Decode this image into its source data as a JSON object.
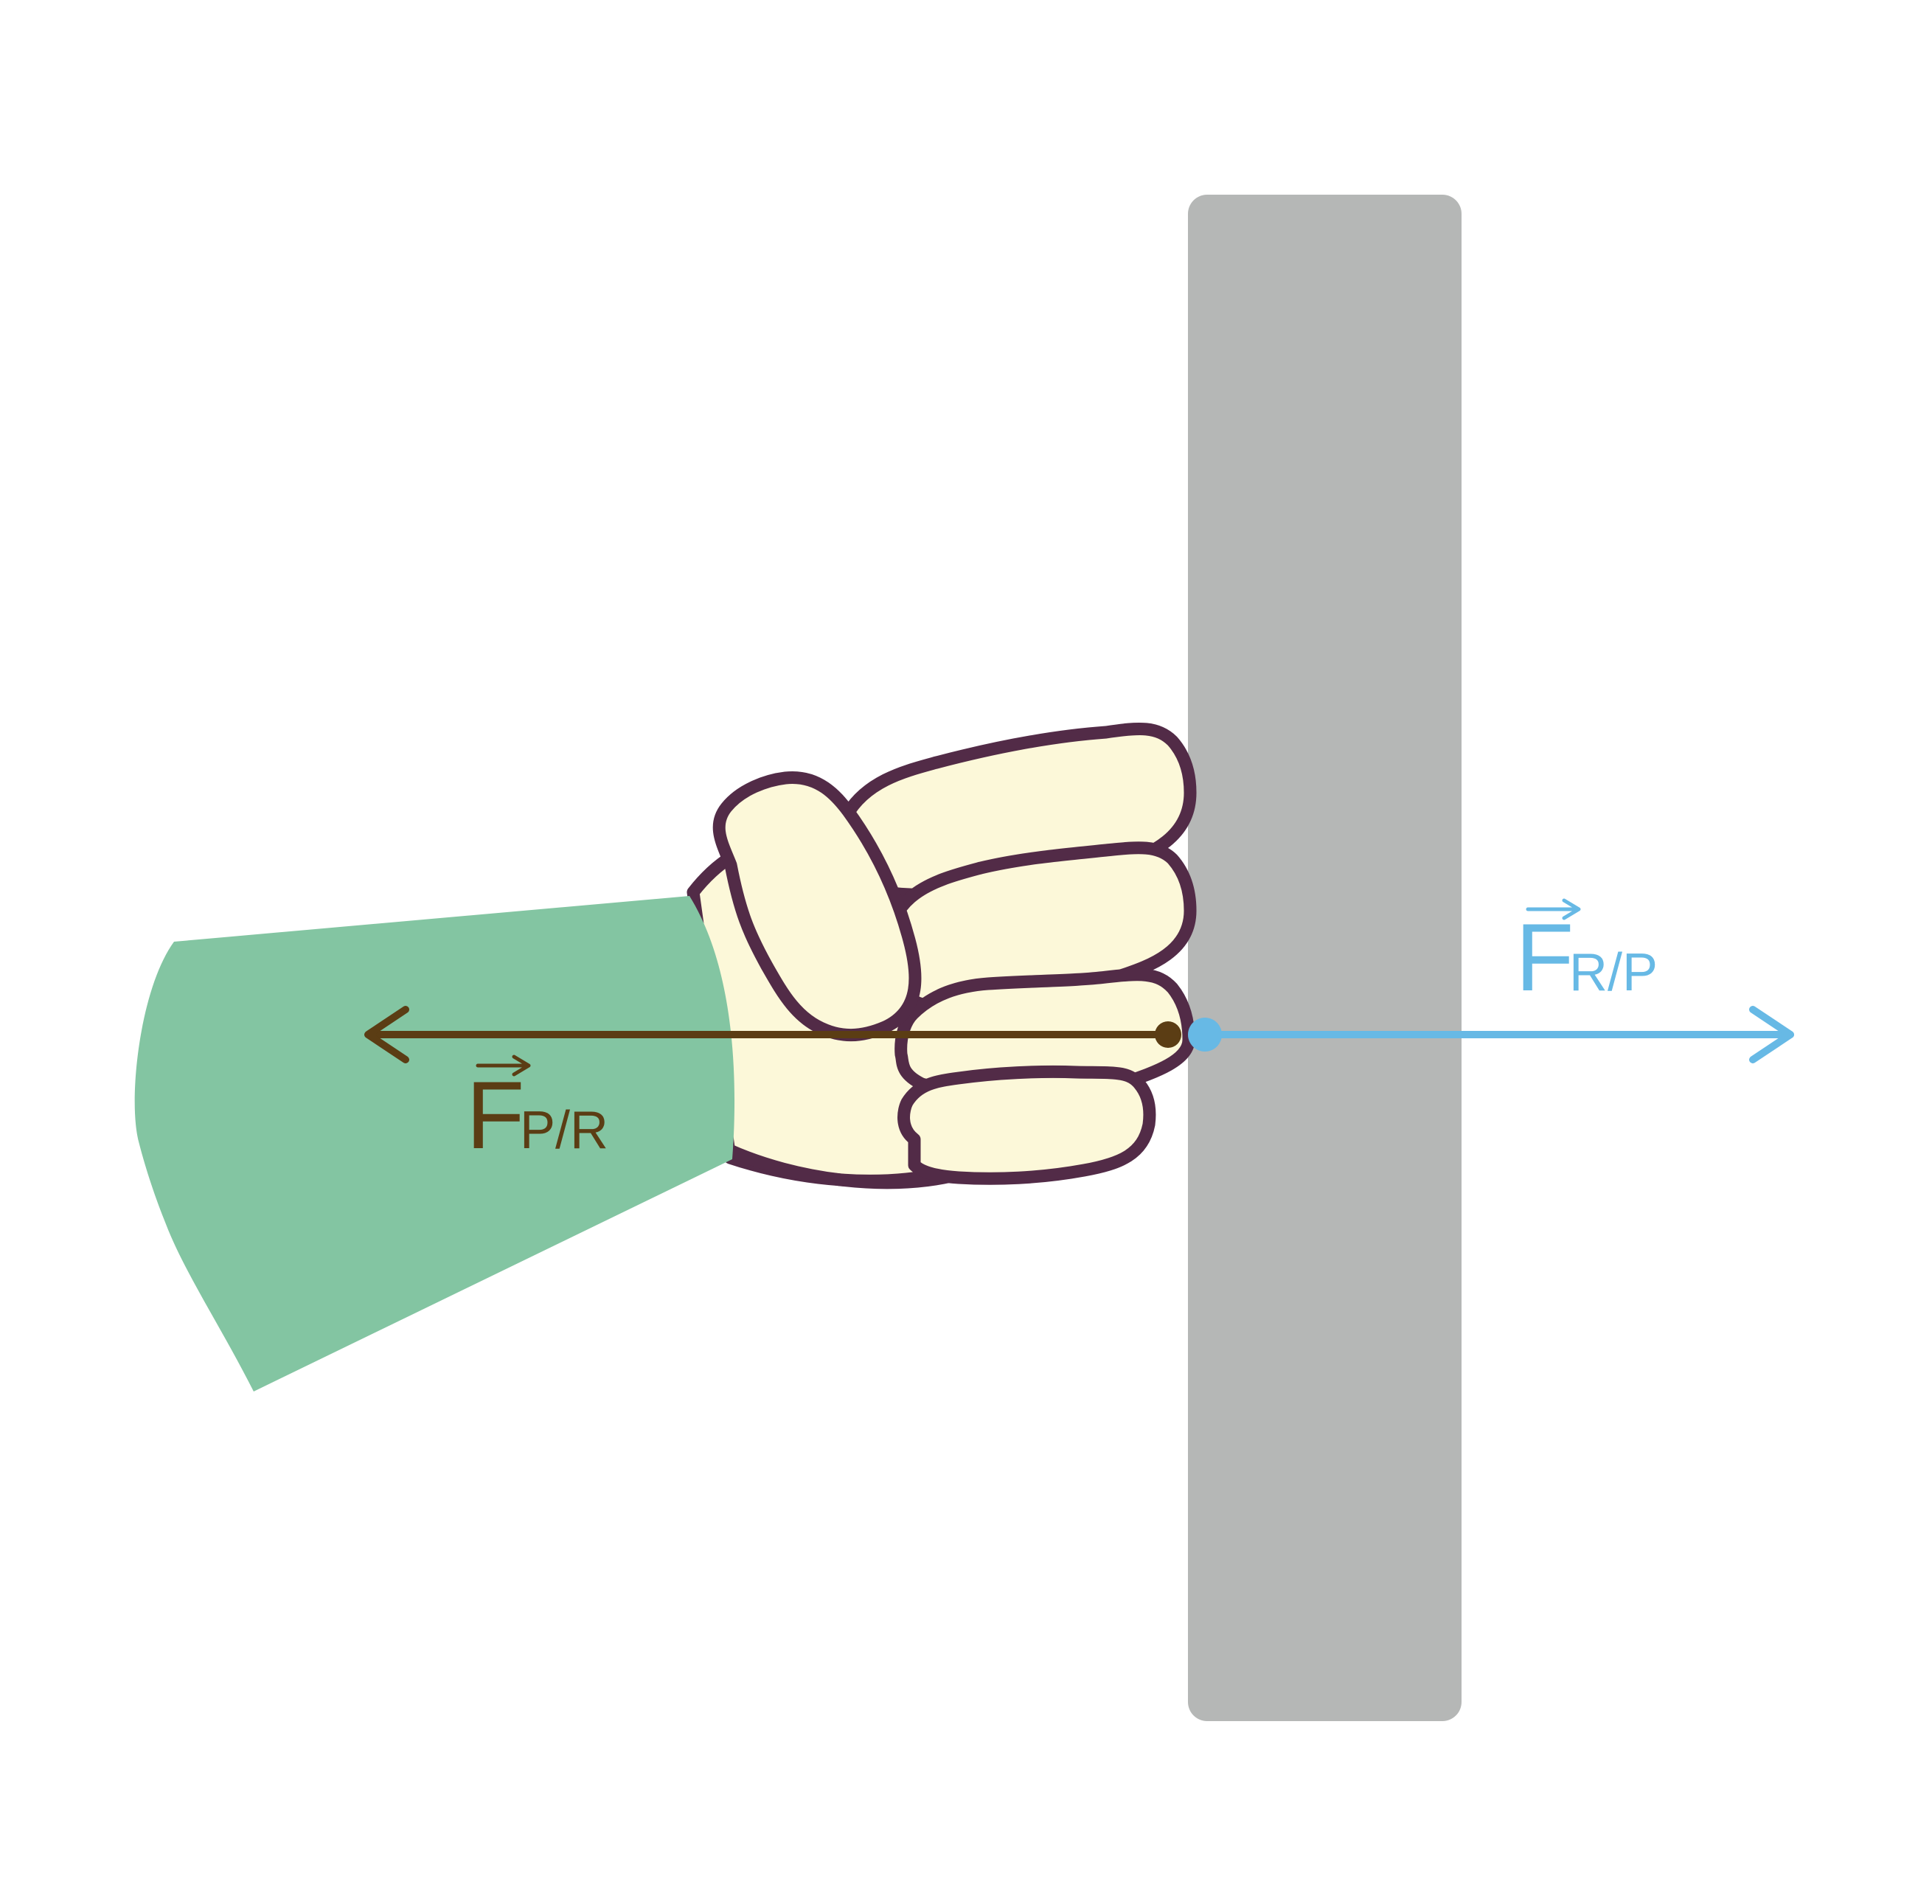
{
  "colors": {
    "background": "#ffffff",
    "wall": "#b5b7b6",
    "sleeve": "#83c5a2",
    "skin": "#fcf8d9",
    "outline": "#522b47",
    "force_on_wall": "#5b3d14",
    "force_on_fist": "#67b9e5"
  },
  "labels": {
    "force_on_wall": {
      "main": "F",
      "subscript": "P/R"
    },
    "force_on_fist": {
      "main": "F",
      "subscript": "R/P"
    }
  },
  "icons": {
    "fist": "fist-icon",
    "wall": "wall-block",
    "arm": "sleeve-arm"
  }
}
